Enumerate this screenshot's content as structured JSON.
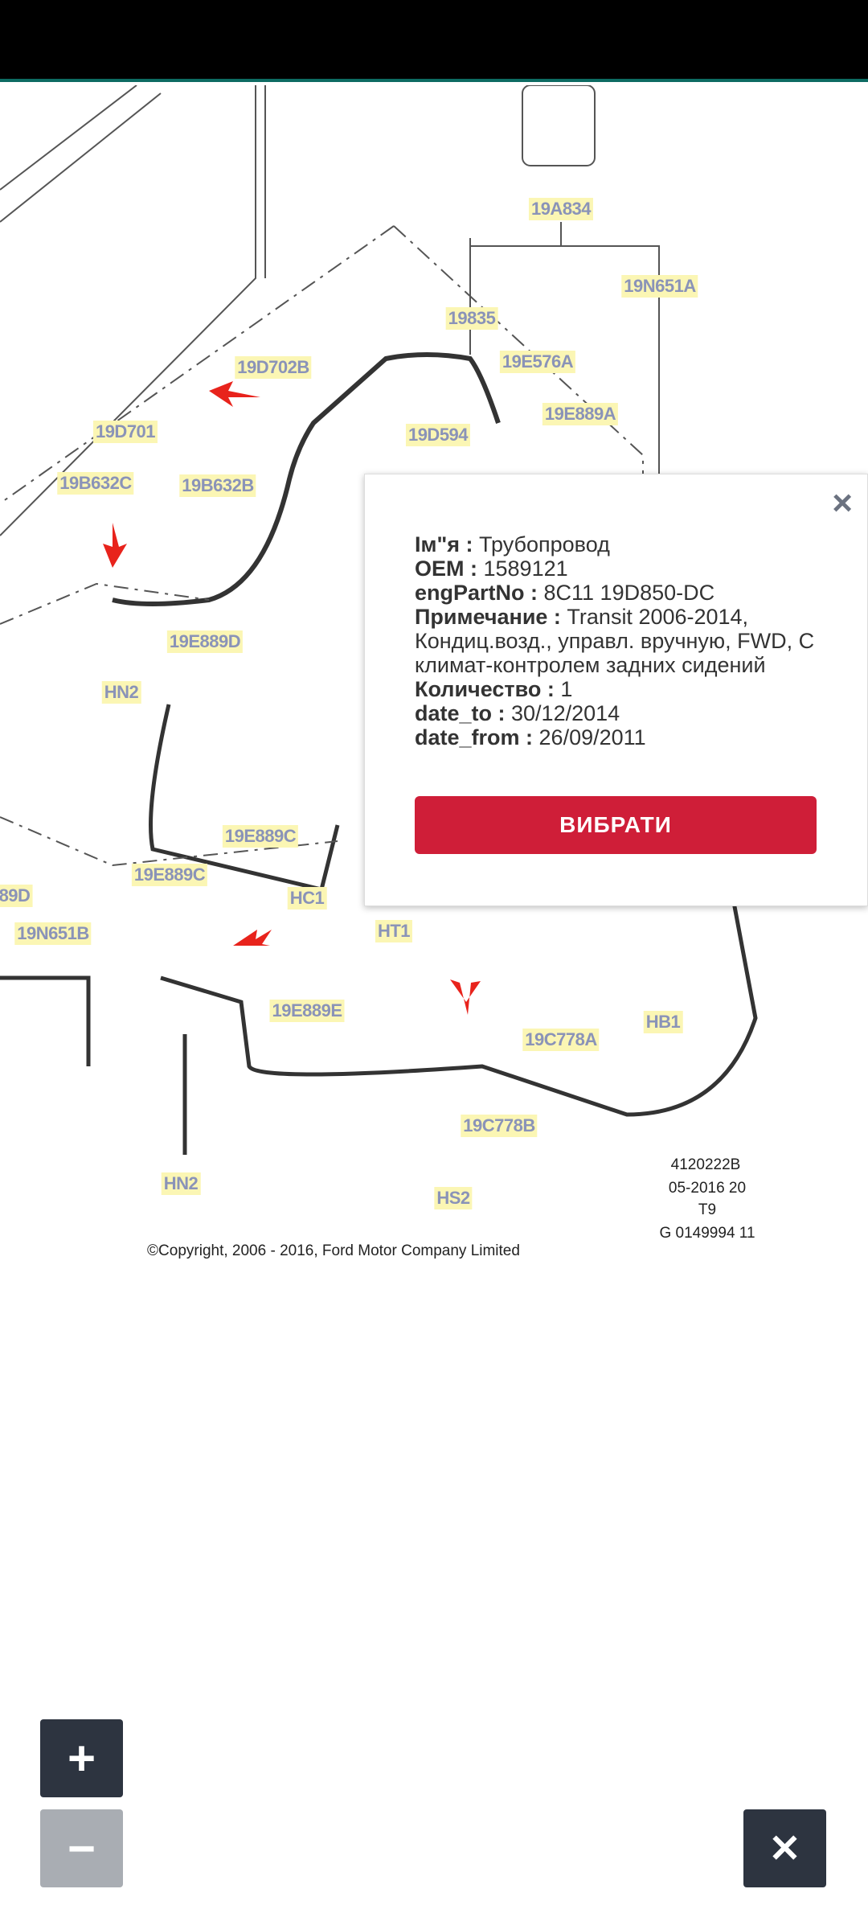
{
  "diagram": {
    "labels": [
      "19A834",
      "19N651A",
      "19835",
      "19D702B",
      "19E576A",
      "19D701",
      "19D594",
      "19E889A",
      "19B632C",
      "19B632B",
      "19E889D",
      "HN2",
      "19E889C",
      "19E889C",
      "HC1",
      "HT1",
      "89D",
      "19N651B",
      "19E889E",
      "19C778A",
      "HB1",
      "19C778B",
      "HN2",
      "HS2"
    ],
    "notes": [
      "4120222B",
      "05-2016 20",
      "T9",
      "G 0149994 11"
    ],
    "copyright": "©Copyright, 2006 - 2016, Ford Motor Company Limited"
  },
  "popup": {
    "fields": [
      {
        "label": "Ім\"я :",
        "value": " Трубопровод"
      },
      {
        "label": "OEM :",
        "value": " 1589121"
      },
      {
        "label": "engPartNo :",
        "value": " 8C11 19D850-DC"
      },
      {
        "label": "Примечание :",
        "value": " Transit 2006-2014, Кондиц.возд., управл. вручную, FWD, С климат-контролем задних сидений"
      },
      {
        "label": "Количество :",
        "value": " 1"
      },
      {
        "label": "date_to :",
        "value": " 30/12/2014"
      },
      {
        "label": "date_from :",
        "value": " 26/09/2011"
      }
    ],
    "select_label": "ВИБРАТИ",
    "close_icon": "×"
  },
  "controls": {
    "zoom_in": "+",
    "zoom_out": "−",
    "close": "✕"
  },
  "colors": {
    "accent": "#cf1e38",
    "label_bg": "#fbf6b4",
    "label_text": "#8a93b8",
    "button_dark": "#2d3440",
    "button_gray": "#a9adb3"
  }
}
